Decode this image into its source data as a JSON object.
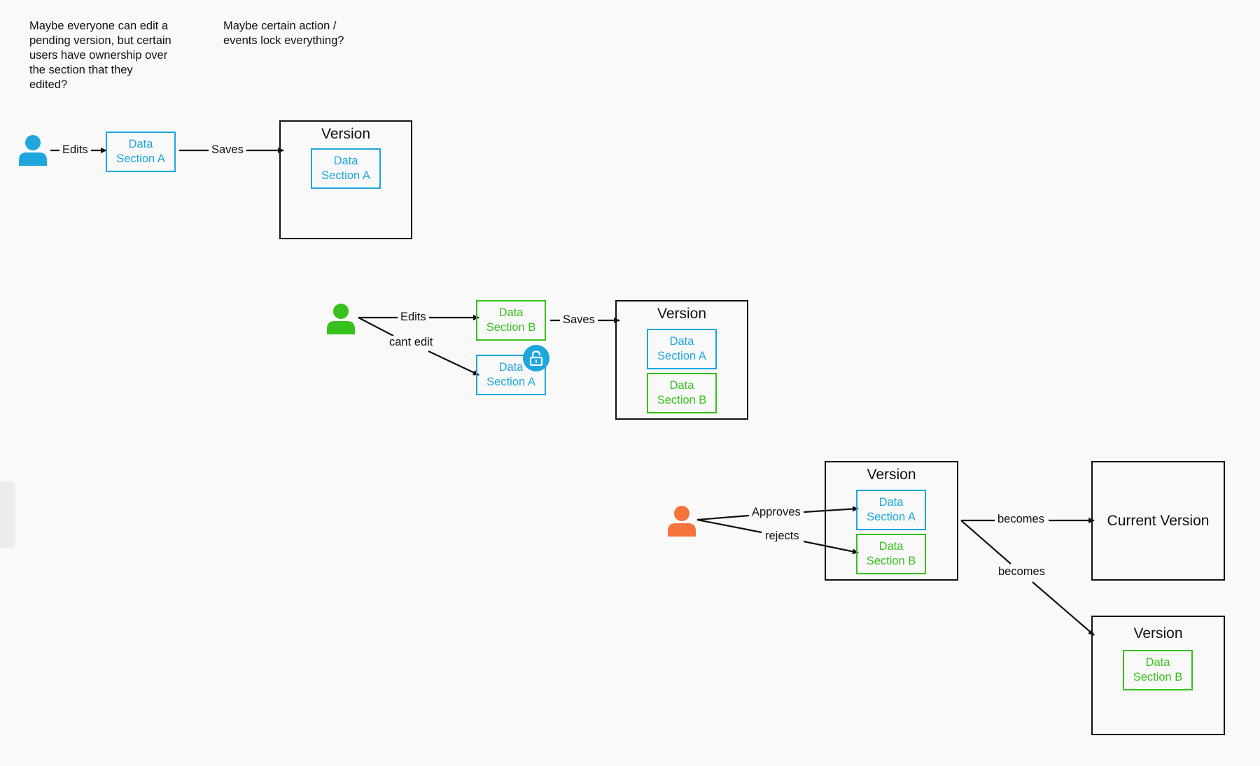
{
  "notes": {
    "ownership": "Maybe everyone can edit a\npending version, but certain\nusers have ownership over\nthe section that they\nedited?",
    "lock": "Maybe certain action /\nevents lock everything?"
  },
  "data_box": {
    "line1": "Data",
    "section_a": "Section A",
    "section_b": "Section B"
  },
  "version_title": "Version",
  "current_version_title": "Current Version",
  "edges": {
    "edits": "Edits",
    "saves": "Saves",
    "cant_edit": "cant edit",
    "approves": "Approves",
    "rejects": "rejects",
    "becomes": "becomes"
  },
  "colors": {
    "section_a": "#1ea6dd",
    "section_b": "#36c11c",
    "user_1": "#1ea6dd",
    "user_2": "#36c11c",
    "user_3": "#f4743b",
    "lock_badge": "#1ea6dd"
  },
  "icons": [
    "user-icon",
    "user-icon",
    "user-icon",
    "lock-icon"
  ]
}
